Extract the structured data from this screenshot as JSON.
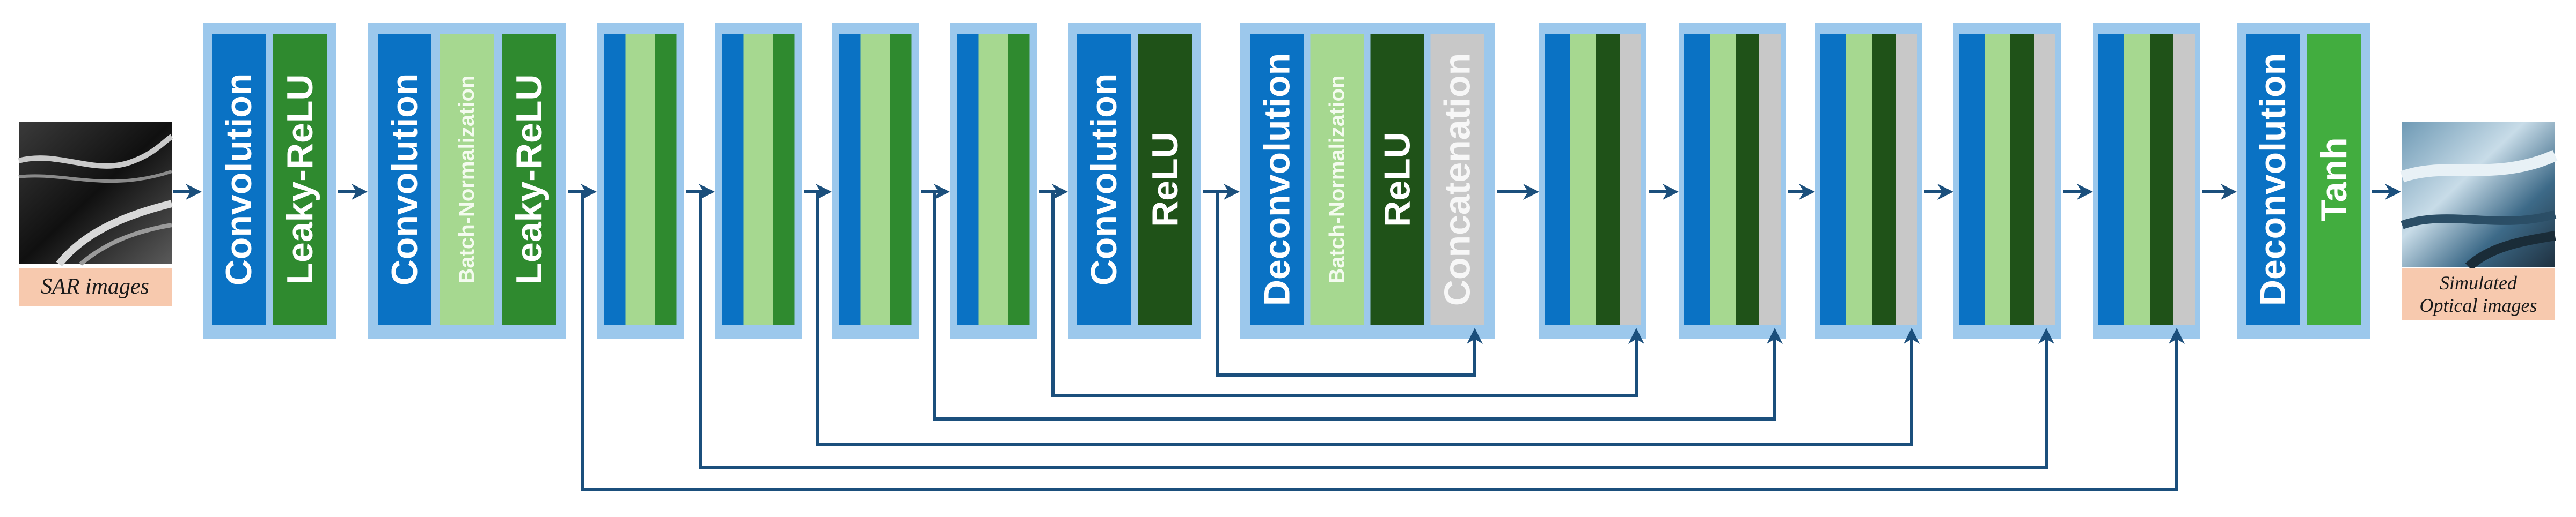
{
  "input": {
    "label": "SAR images"
  },
  "output": {
    "label_line1": "Simulated",
    "label_line2": "Optical images"
  },
  "colors": {
    "convolution": "#0a72c4",
    "leaky_relu": "#2f8a2f",
    "batch_norm": "#a6d890",
    "relu": "#1f5218",
    "concatenation": "#c8c8c8",
    "tanh": "#42ad3f",
    "block_background": "#9cc8ec",
    "arrow": "#1b4f7c",
    "caption_background": "#f7c9ae"
  },
  "labels": {
    "convolution": "Convolution",
    "leaky_relu": "Leaky-ReLU",
    "batch_norm": "Batch-Normalization",
    "relu": "ReLU",
    "deconvolution": "Deconvolution",
    "concatenation": "Concatenation",
    "tanh": "Tanh"
  },
  "blocks": [
    {
      "id": "enc1",
      "layers": [
        {
          "type": "convolution",
          "text": "Convolution"
        },
        {
          "type": "leaky_relu",
          "text": "Leaky-ReLU"
        }
      ]
    },
    {
      "id": "enc2",
      "layers": [
        {
          "type": "convolution",
          "text": "Convolution"
        },
        {
          "type": "batch_norm",
          "text": "Batch-Normalization"
        },
        {
          "type": "leaky_relu",
          "text": "Leaky-ReLU"
        }
      ]
    },
    {
      "id": "enc3",
      "layers": [
        {
          "type": "convolution"
        },
        {
          "type": "batch_norm"
        },
        {
          "type": "leaky_relu"
        }
      ]
    },
    {
      "id": "enc4",
      "layers": [
        {
          "type": "convolution"
        },
        {
          "type": "batch_norm"
        },
        {
          "type": "leaky_relu"
        }
      ]
    },
    {
      "id": "enc5",
      "layers": [
        {
          "type": "convolution"
        },
        {
          "type": "batch_norm"
        },
        {
          "type": "leaky_relu"
        }
      ]
    },
    {
      "id": "enc6",
      "layers": [
        {
          "type": "convolution"
        },
        {
          "type": "batch_norm"
        },
        {
          "type": "leaky_relu"
        }
      ]
    },
    {
      "id": "bottleneck",
      "layers": [
        {
          "type": "convolution",
          "text": "Convolution"
        },
        {
          "type": "relu",
          "text": "ReLU"
        }
      ]
    },
    {
      "id": "dec1",
      "layers": [
        {
          "type": "convolution",
          "text": "Deconvolution"
        },
        {
          "type": "batch_norm",
          "text": "Batch-Normalization"
        },
        {
          "type": "relu",
          "text": "ReLU"
        },
        {
          "type": "concatenation",
          "text": "Concatenation"
        }
      ]
    },
    {
      "id": "dec2",
      "layers": [
        {
          "type": "convolution"
        },
        {
          "type": "batch_norm"
        },
        {
          "type": "relu"
        },
        {
          "type": "concatenation"
        }
      ]
    },
    {
      "id": "dec3",
      "layers": [
        {
          "type": "convolution"
        },
        {
          "type": "batch_norm"
        },
        {
          "type": "relu"
        },
        {
          "type": "concatenation"
        }
      ]
    },
    {
      "id": "dec4",
      "layers": [
        {
          "type": "convolution"
        },
        {
          "type": "batch_norm"
        },
        {
          "type": "relu"
        },
        {
          "type": "concatenation"
        }
      ]
    },
    {
      "id": "dec5",
      "layers": [
        {
          "type": "convolution"
        },
        {
          "type": "batch_norm"
        },
        {
          "type": "relu"
        },
        {
          "type": "concatenation"
        }
      ]
    },
    {
      "id": "dec6",
      "layers": [
        {
          "type": "convolution"
        },
        {
          "type": "batch_norm"
        },
        {
          "type": "relu"
        },
        {
          "type": "concatenation"
        }
      ]
    },
    {
      "id": "final",
      "layers": [
        {
          "type": "convolution",
          "text": "Deconvolution"
        },
        {
          "type": "tanh",
          "text": "Tanh"
        }
      ]
    }
  ],
  "skip_connections": [
    {
      "from": "enc6",
      "to": "dec2"
    },
    {
      "from": "enc5",
      "to": "dec3"
    },
    {
      "from": "enc4",
      "to": "dec4"
    },
    {
      "from": "enc3",
      "to": "dec5"
    },
    {
      "from": "enc2",
      "to": "dec6"
    },
    {
      "from": "enc1",
      "to": "dec6"
    },
    {
      "from": "bottleneck",
      "to": "dec1"
    }
  ]
}
